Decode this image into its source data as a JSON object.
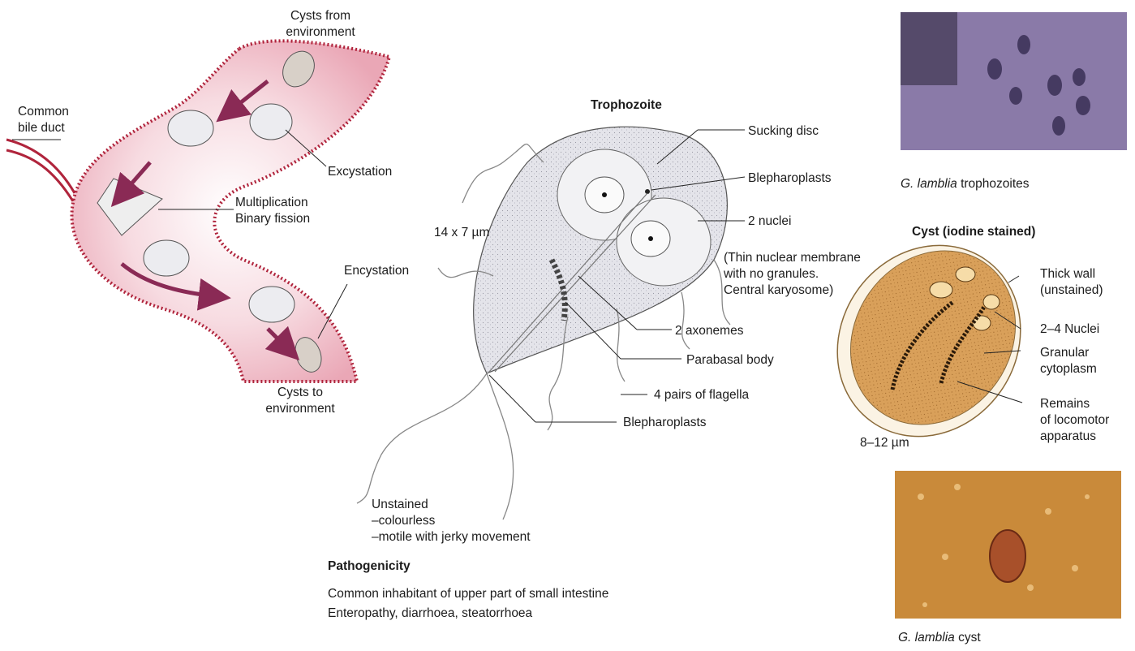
{
  "life_cycle": {
    "cysts_from_environment": [
      "Cysts from",
      "environment"
    ],
    "common_bile_duct": [
      "Common",
      "bile duct"
    ],
    "excystation": "Excystation",
    "multiplication": [
      "Multiplication",
      "Binary fission"
    ],
    "encystation": "Encystation",
    "cysts_to_environment": [
      "Cysts to",
      "environment"
    ]
  },
  "trophozoite": {
    "title": "Trophozoite",
    "size": "14 x 7 µm",
    "labels": {
      "sucking_disc": "Sucking disc",
      "blepharoplasts_top": "Blepharoplasts",
      "nuclei": "2 nuclei",
      "nuclei_note": [
        "(Thin nuclear membrane",
        "with no granules.",
        "Central karyosome)"
      ],
      "axonemes": "2 axonemes",
      "parabasal_body": "Parabasal body",
      "flagella": "4 pairs of flagella",
      "blepharoplasts_bottom": "Blepharoplasts"
    },
    "unstained": [
      "Unstained",
      "–colourless",
      "–motile with jerky movement"
    ]
  },
  "pathogenicity": {
    "title": "Pathogenicity",
    "lines": [
      "Common inhabitant of upper part of small intestine",
      "Enteropathy, diarrhoea, steatorrhoea"
    ]
  },
  "cyst": {
    "title": "Cyst (iodine stained)",
    "thick_wall": [
      "Thick wall",
      "(unstained)"
    ],
    "nuclei": "2–4 Nuclei",
    "granular": [
      "Granular",
      "cytoplasm"
    ],
    "remains": [
      "Remains",
      "of locomotor",
      "apparatus"
    ],
    "size": "8–12 µm"
  },
  "captions": {
    "trophozoites_species": "G. lamblia",
    "trophozoites_rest": " trophozoites",
    "cyst_species": "G. lamblia",
    "cyst_rest": " cyst"
  },
  "colors": {
    "intestine_wall": "#b0243c",
    "intestine_fill": "#f2c2cc",
    "arrow": "#8a2a55",
    "cyst_fill": "#d9a05a",
    "photo_purple": "#8a7aa8",
    "photo_amber": "#c98a3a"
  }
}
